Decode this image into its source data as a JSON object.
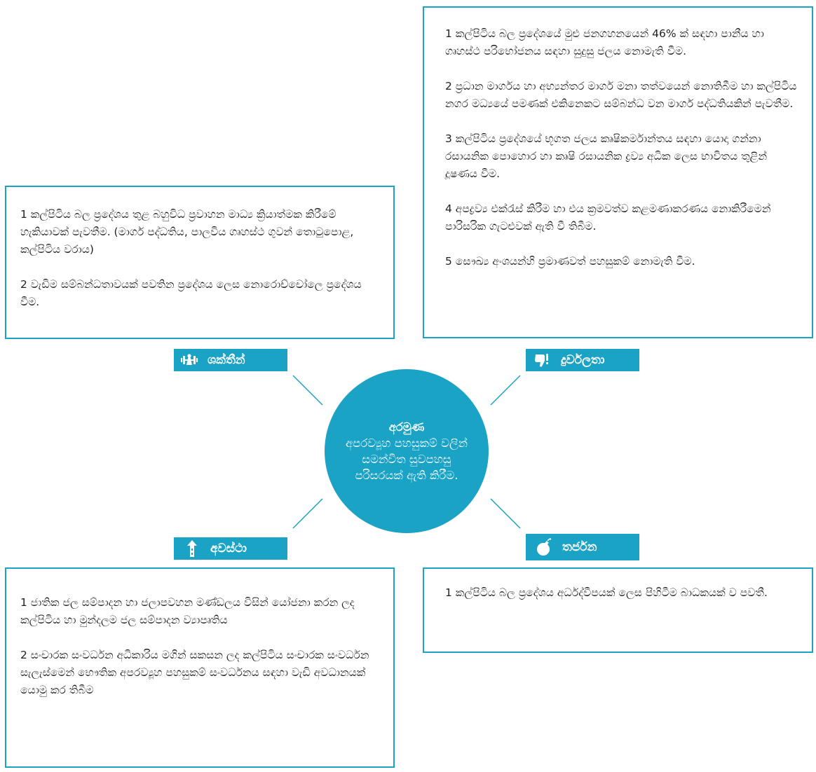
{
  "colors": {
    "accent": "#1ba3c6",
    "text": "#222222",
    "background": "#ffffff"
  },
  "center": {
    "title": "අරමුණ",
    "text": "අපරව්‍යූහ පහසුකම් වලින් සමන්විත සුවපහසු පරිසරයක් ඇති කිරීම."
  },
  "strengths": {
    "label": "ශක්තීන්",
    "icon": "dumbbell-arm-icon",
    "items": [
      "1 කල්පිටිය බල ප්‍රදේශය තුළ බහුවිධ ප්‍රවාහන මාධ්‍ය ක්‍රියාත්මක කිරීමේ හැකියාවක් පැවතීම. (මාර්ග පද්ධතිය, පාලවිය ගෘහස්ථ ගුවන් තොටුපොළ, කල්පිටිය වරාය)",
      "2 වැඩිම සම්බන්ධතාවයක් පවතින ප්‍රදේශය ලෙස නොරොච්චෝලෙ ප්‍රදේශය වීම."
    ]
  },
  "weaknesses": {
    "label": "දුර්වලතා",
    "icon": "thumbs-down-icon",
    "items": [
      "1 කල්පිටිය බල ප්‍රදේශයේ මුළු ජනගහනයෙන් 46% ක් සඳහා පානීය හා ගෘහස්ථ පරිභෝජනය සඳහා සුදුසු ජලය නොමැති වීම.",
      "2 ප්‍රධාන මාර්ගය හා අභ්‍යන්තර මාර්ග මනා තත්වයෙන් නොතිබීම හා  කල්පිටිය නගර මධ්‍යයේ පමණක් එකිනෙකට සම්බන්ධ වන මාර්ග පද්ධතියකින් පැවතීම.",
      "3 කල්පිටිය ප්‍රදේශයේ භූගත ජලය කෘෂිකර්මාන්තය සඳහා යොදා ගන්නා රසායනික පොහොර හා කෘෂි රසායනික ද්‍රව්‍ය අධික ලෙස භාවිතය තුළින් දූෂණය වීම.",
      "4 අපද්‍රව්‍ය එක්රැස් කිරීම හා එය ක්‍රමවත්ව කළමණාකරණය නොකිරීමෙන් පාරිසරික ගැටළුවක් ඇති වී තිබීම.",
      "5 සෞඛ්‍ය අංශයන්හි ප්‍රමාණවත් පහසුකම් නොමැති වීම."
    ]
  },
  "opportunities": {
    "label": "අවස්ථා",
    "icon": "road-arrow-icon",
    "items": [
      "1 ජාතික ජල සම්පාදන හා ජලාපවහන මණ්ඩලය විසින් යෝජනා කරන ලද කල්පිටිය හා මුන්දලම ජල සම්පාදන ව්‍යාපෘතිය",
      "2 සංචාරක සංවර්ධන අධිකාරිය මගින් සකසන ලද කල්පිටිය සංචාරක සංවර්ධන සැලැස්මෙන් භෞතික අපරව්‍යූහ පහසුකම් සංවර්ධනය සඳහා වැඩි අවධානයක් යොමු කර තිබීම"
    ]
  },
  "threats": {
    "label": "තර්ජන",
    "icon": "bomb-icon",
    "items": [
      "1 කල්පිටිය බල ප්‍රදේශය අර්ධද්වීපයක් ලෙස පිහිටීම බාධකයක් ව පවතී."
    ]
  }
}
